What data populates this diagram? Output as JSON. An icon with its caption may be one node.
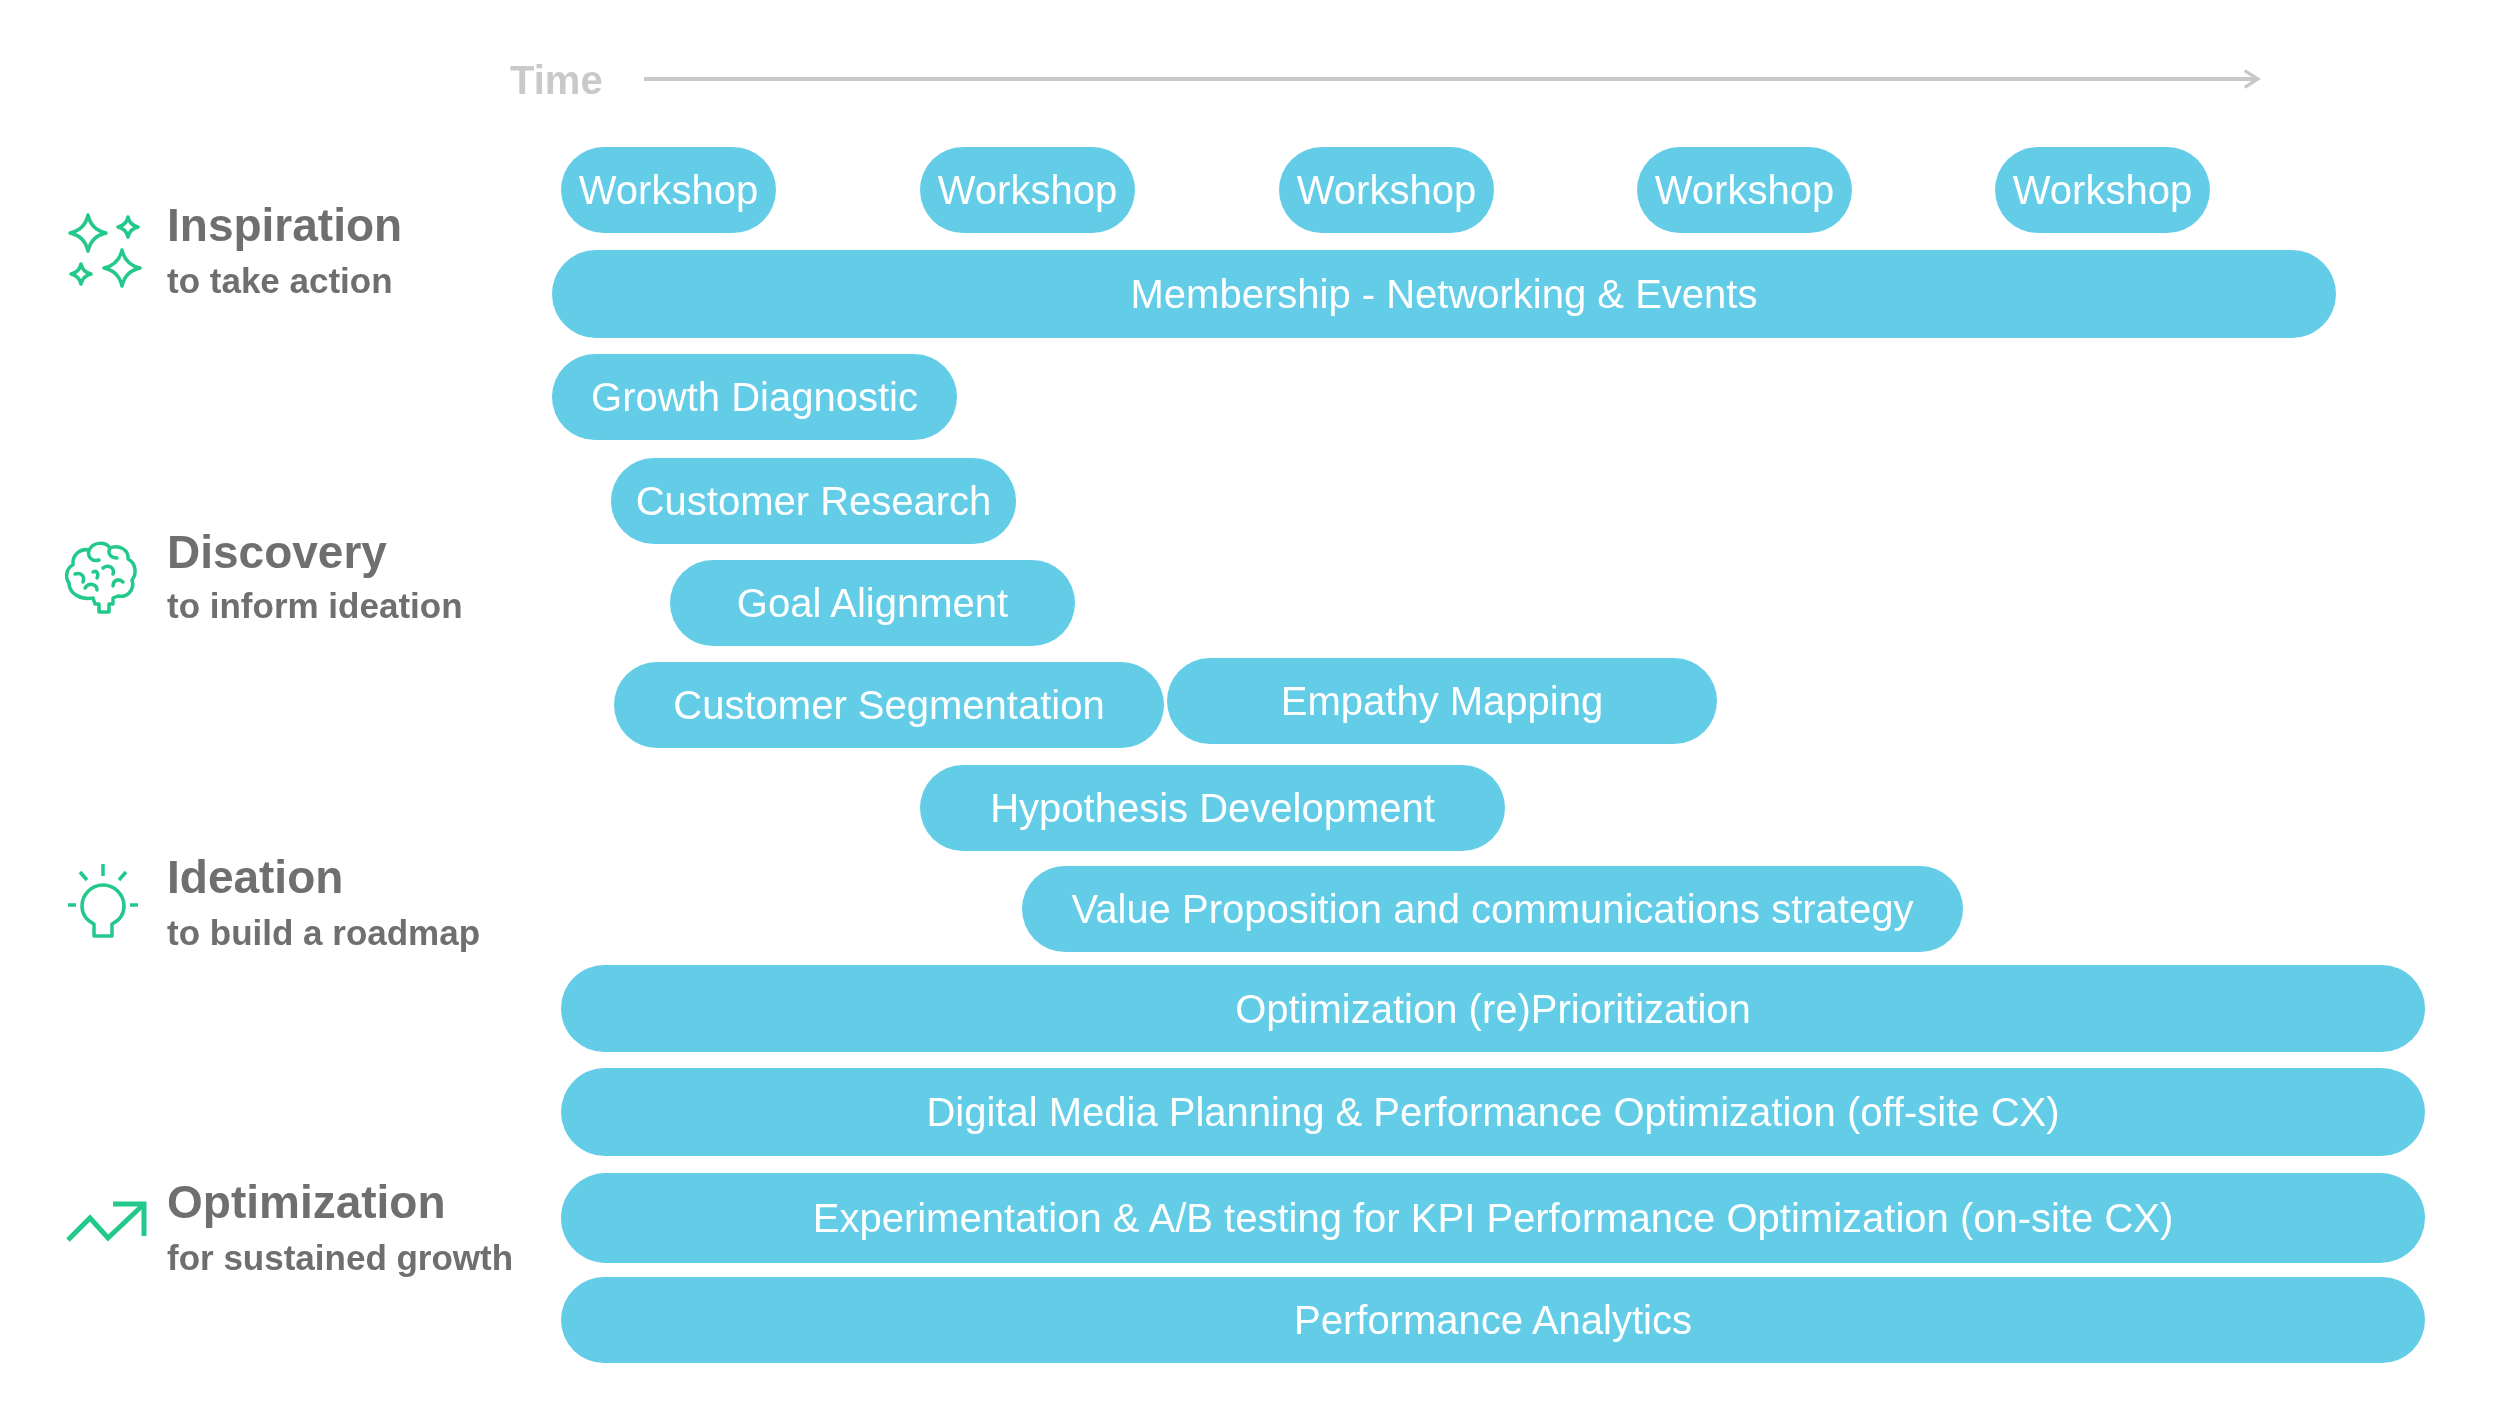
{
  "diagram": {
    "nodes": [
      {
        "text": [
          "Workshop"
        ]
      },
      {
        "text": [
          "Workshop"
        ]
      },
      {
        "text": [
          "Workshop"
        ]
      },
      {
        "text": [
          "Workshop"
        ]
      },
      {
        "text": [
          "Workshop"
        ]
      },
      {
        "text": [
          "Membership - Networking & Events"
        ]
      },
      {
        "text": [
          "Growth Diagnostic"
        ]
      },
      {
        "text": [
          "Customer Research"
        ]
      },
      {
        "text": [
          "Goal Alignment"
        ]
      },
      {
        "text": [
          "Customer Segmentation"
        ]
      },
      {
        "text": [
          "Empathy Mapping"
        ]
      },
      {
        "text": [
          "Hypothesis Development"
        ]
      },
      {
        "text": [
          "Value Proposition and communications strategy"
        ]
      },
      {
        "text": [
          "Optimization (re)Prioritization"
        ]
      },
      {
        "text": [
          "Digital Media Planning & Performance Optimization (off-site CX)"
        ]
      },
      {
        "text": [
          "Experimentation & A/B testing for KPI Performance Optimization (on-site CX)"
        ]
      },
      {
        "text": [
          "Performance Analytics"
        ]
      }
    ],
    "labels": [
      "Time",
      "Inspiration",
      "to take action",
      "Discovery",
      "to inform ideation",
      "Ideation",
      "to build a roadmap",
      "Optimization",
      "for sustained growth"
    ]
  }
}
